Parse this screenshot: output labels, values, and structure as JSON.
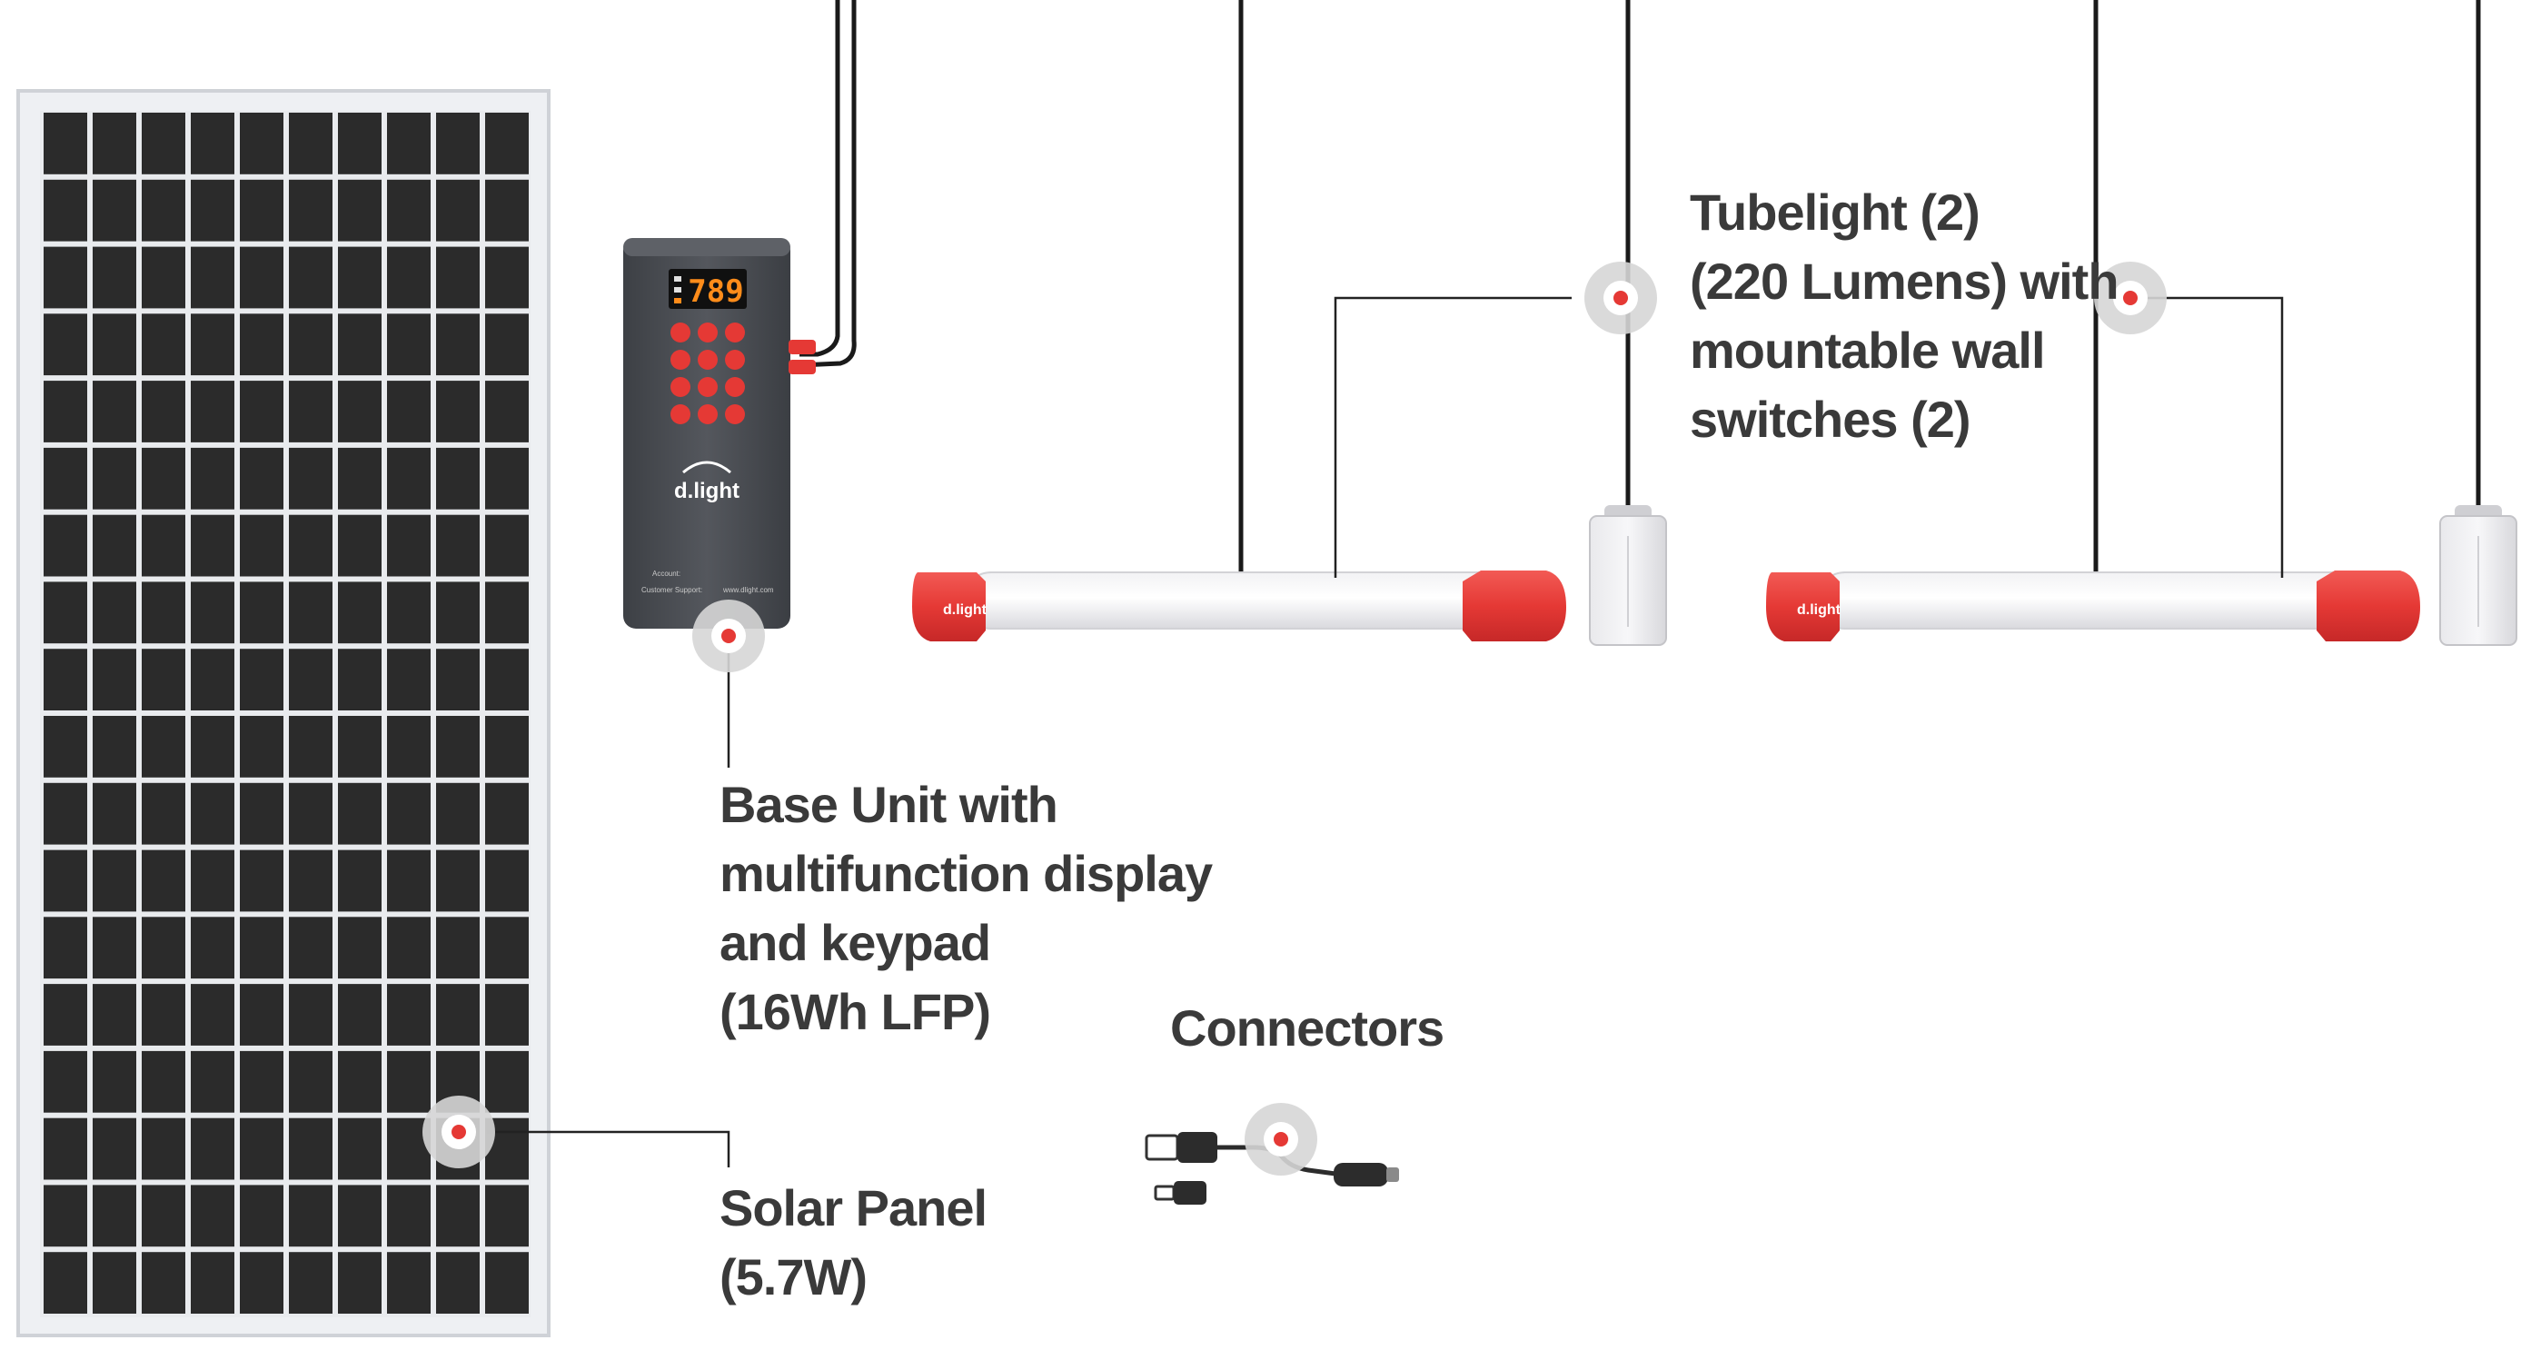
{
  "colors": {
    "accent_red": "#e53935",
    "hotspot_ring": "#d6d6d6",
    "panel_cell": "#2b2b2b",
    "panel_frame": "#e4e6ea",
    "base_unit": "#4a4d52",
    "display_digits": "#ff8c1a",
    "label_text": "#3a3a3a",
    "leader_line": "#222222"
  },
  "labels": {
    "tubelight": [
      "Tubelight (2)",
      "(220 Lumens) with",
      "mountable wall",
      "switches (2)"
    ],
    "base_unit": [
      "Base Unit with",
      "multifunction display",
      "and keypad",
      "(16Wh LFP)"
    ],
    "connectors": [
      "Connectors"
    ],
    "solar_panel": [
      "Solar Panel",
      "(5.7W)"
    ]
  },
  "base_unit": {
    "display_value": "789",
    "brand": "d.light",
    "fine_print": [
      "Account:",
      "Customer Support:",
      "www.dlight.com"
    ]
  },
  "tubelights": [
    {
      "brand": "d.light"
    },
    {
      "brand": "d.light"
    }
  ],
  "icons": {
    "hotspot": "hotspot-icon",
    "usb": "usb-plug-icon",
    "micro_usb": "micro-usb-plug-icon",
    "barrel": "barrel-plug-icon"
  }
}
